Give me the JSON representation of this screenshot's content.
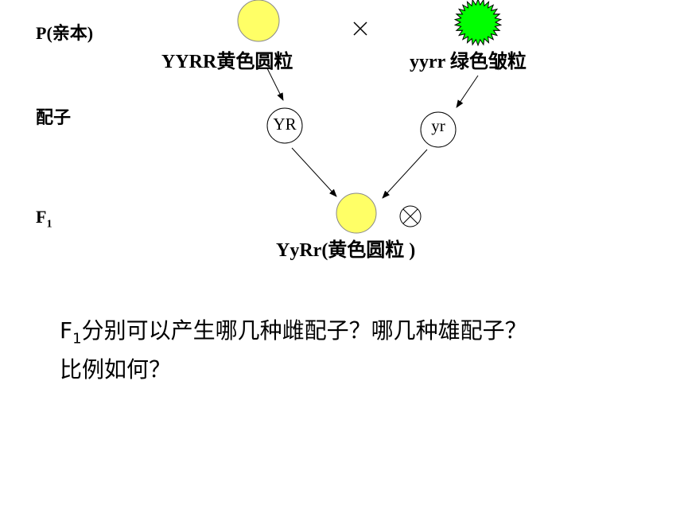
{
  "labels": {
    "parent": "P(亲本)",
    "gamete": "配子",
    "f1_base": "F",
    "f1_sub": "1"
  },
  "cross_symbol": "×",
  "parents": {
    "left": {
      "genotype": "YYRR黄色圆粒",
      "color": "#ffff66"
    },
    "right": {
      "genotype": "yyrr 绿色皱粒",
      "color": "#00ff00"
    }
  },
  "gametes": {
    "left": "YR",
    "right": "yr"
  },
  "f1": {
    "genotype": "YyRr(黄色圆粒 )",
    "color": "#ffff66",
    "selfing_symbol": "⊗"
  },
  "question": {
    "prefix": "F",
    "sub": "1",
    "line1": "分别可以产生哪几种雌配子？哪几种雄配子？",
    "line2": "比例如何？"
  }
}
